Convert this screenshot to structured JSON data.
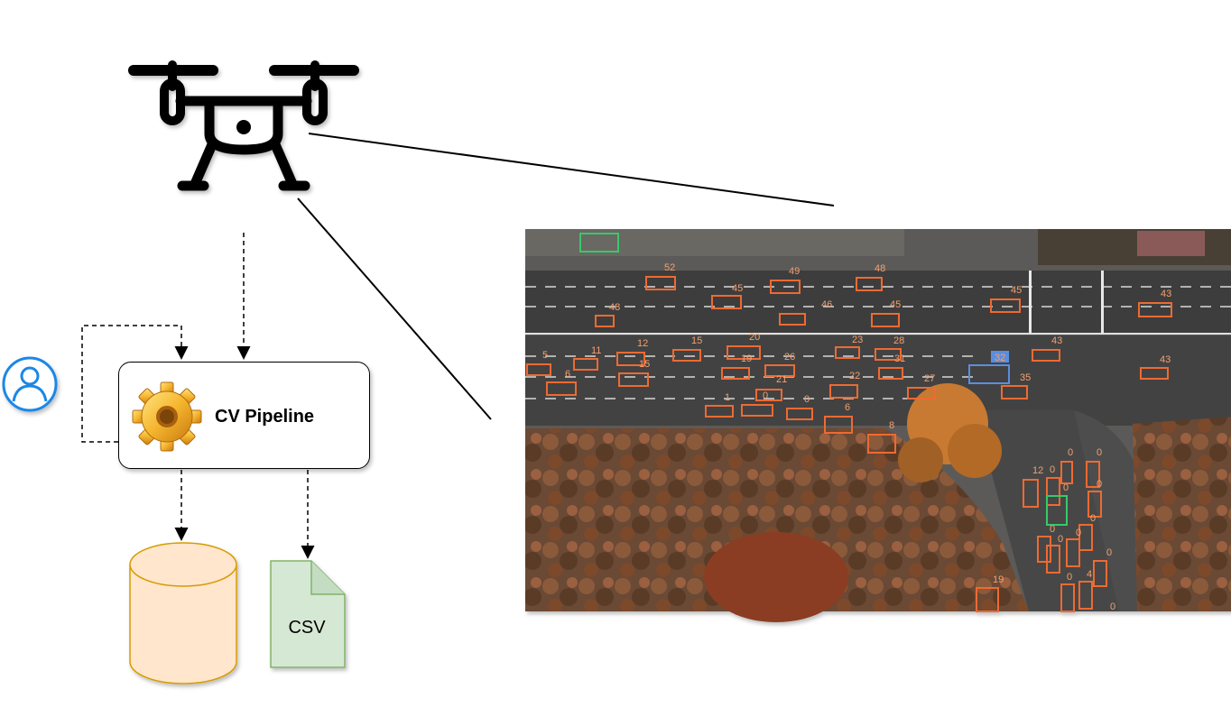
{
  "diagram": {
    "pipeline_label": "CV Pipeline",
    "csv_label": "CSV"
  },
  "aerial_image": {
    "detection_labels": [
      "52",
      "49",
      "48",
      "45",
      "46",
      "45",
      "45",
      "43",
      "48",
      "20",
      "23",
      "28",
      "43",
      "11",
      "12",
      "15",
      "19",
      "26",
      "31",
      "43",
      "5",
      "6",
      "15",
      "21",
      "22",
      "27",
      "35",
      "1",
      "0",
      "0",
      "6",
      "8",
      "19",
      "0",
      "0",
      "0",
      "0",
      "0",
      "0",
      "0",
      "0",
      "0",
      "4",
      "0",
      "12",
      "32",
      "0",
      "0"
    ]
  },
  "colors": {
    "box_detection": "#ee6a32",
    "box_green": "#39c86a",
    "box_blue": "#5a8ee0",
    "db_fill": "#ffe6cc",
    "db_stroke": "#d79b00",
    "csv_fill": "#d5e8d4",
    "csv_stroke": "#82b366",
    "user_icon": "#1a87e6"
  }
}
